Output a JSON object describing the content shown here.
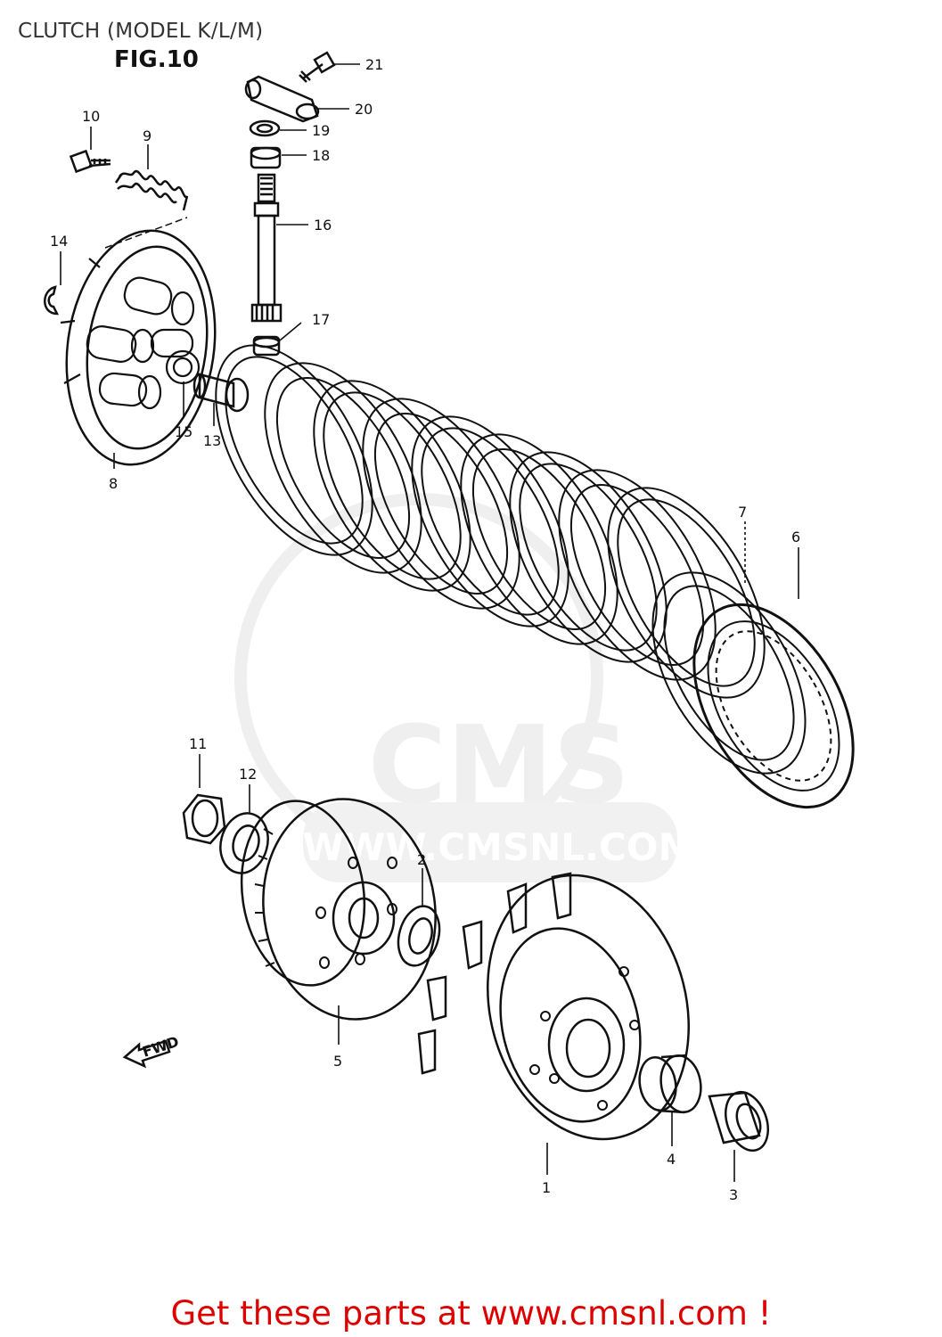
{
  "header": {
    "title": "CLUTCH (MODEL K/L/M)",
    "figure": "FIG.10"
  },
  "callouts": [
    {
      "id": "21",
      "label": "21"
    },
    {
      "id": "20",
      "label": "20"
    },
    {
      "id": "19",
      "label": "19"
    },
    {
      "id": "18",
      "label": "18"
    },
    {
      "id": "16",
      "label": "16"
    },
    {
      "id": "17",
      "label": "17"
    },
    {
      "id": "10",
      "label": "10"
    },
    {
      "id": "9",
      "label": "9"
    },
    {
      "id": "14",
      "label": "14"
    },
    {
      "id": "15",
      "label": "15"
    },
    {
      "id": "13",
      "label": "13"
    },
    {
      "id": "8",
      "label": "8"
    },
    {
      "id": "7",
      "label": "7"
    },
    {
      "id": "6",
      "label": "6"
    },
    {
      "id": "11",
      "label": "11"
    },
    {
      "id": "12",
      "label": "12"
    },
    {
      "id": "2",
      "label": "2"
    },
    {
      "id": "5",
      "label": "5"
    },
    {
      "id": "1",
      "label": "1"
    },
    {
      "id": "4",
      "label": "4"
    },
    {
      "id": "3",
      "label": "3"
    }
  ],
  "fwd_arrow": {
    "label": "FWD"
  },
  "watermark": {
    "brand": "CMS",
    "site": "WWW.CMSNL.COM"
  },
  "footer": {
    "cta": "Get these parts at www.cmsnl.com !"
  },
  "colors": {
    "line": "#111111",
    "cta": "#dd0000",
    "watermark": "#e6e6e6"
  }
}
